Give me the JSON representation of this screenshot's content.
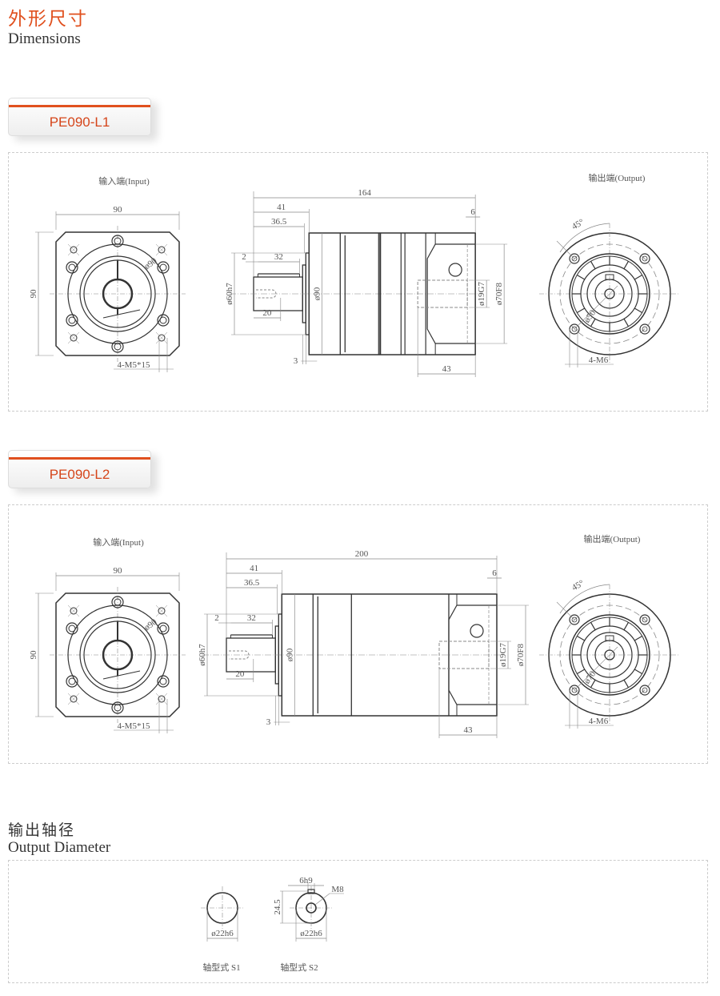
{
  "header": {
    "title_cn": "外形尺寸",
    "title_en": "Dimensions"
  },
  "models": [
    {
      "name": "PE090-L1",
      "input_label": "输入端(Input)",
      "output_label": "输出端(Output)",
      "input_dims": {
        "width": "90",
        "height": "90",
        "pcd": "ø90",
        "holes": "4-M5*15"
      },
      "side_dims": {
        "total": "164",
        "d41": "41",
        "d365": "36.5",
        "d6": "6",
        "d2": "2",
        "d32": "32",
        "pilot": "ø60h7",
        "body": "ø90",
        "bore": "ø19G7",
        "spigot": "ø70F8",
        "d20": "20",
        "d3": "3",
        "d43": "43"
      },
      "output_dims": {
        "angle": "45°",
        "pcd": "ø50",
        "holes": "4-M6"
      }
    },
    {
      "name": "PE090-L2",
      "input_label": "输入端(Input)",
      "output_label": "输出端(Output)",
      "input_dims": {
        "width": "90",
        "height": "90",
        "pcd": "ø90",
        "holes": "4-M5*15"
      },
      "side_dims": {
        "total": "200",
        "d41": "41",
        "d365": "36.5",
        "d6": "6",
        "d2": "2",
        "d32": "32",
        "pilot": "ø60h7",
        "body": "ø90",
        "bore": "ø19G7",
        "spigot": "ø70F8",
        "d20": "20",
        "d3": "3",
        "d43": "43"
      },
      "output_dims": {
        "angle": "45°",
        "pcd": "ø70",
        "holes": "4-M6"
      }
    }
  ],
  "output_diameter": {
    "title_cn": "输出轴径",
    "title_en": "Output Diameter",
    "s1": {
      "dia": "ø22h6",
      "caption": "轴型式 S1"
    },
    "s2": {
      "dia": "ø22h6",
      "key": "6h9",
      "height": "24.5",
      "thread": "M8",
      "caption": "轴型式 S2"
    }
  },
  "colors": {
    "accent": "#e0501e",
    "line": "#333333",
    "dim": "#777777"
  }
}
